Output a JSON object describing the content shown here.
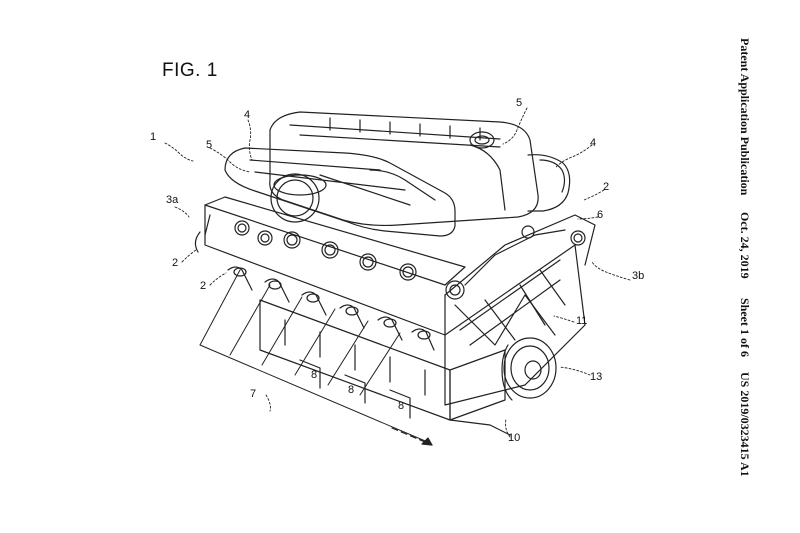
{
  "figure_title": "FIG. 1",
  "header": {
    "publication_type": "Patent Application Publication",
    "date": "Oct. 24, 2019",
    "sheet": "Sheet 1 of 6",
    "number": "US 2019/0323415 A1"
  },
  "refs": {
    "r1": "1",
    "r2a": "2",
    "r2b": "2",
    "r2c": "2",
    "r3a": "3a",
    "r3b": "3b",
    "r4a": "4",
    "r4b": "4",
    "r5a": "5",
    "r5b": "5",
    "r6": "6",
    "r7": "7",
    "r8a": "8",
    "r8b": "8",
    "r8c": "8",
    "r10": "10",
    "r11": "11",
    "r13": "13"
  }
}
